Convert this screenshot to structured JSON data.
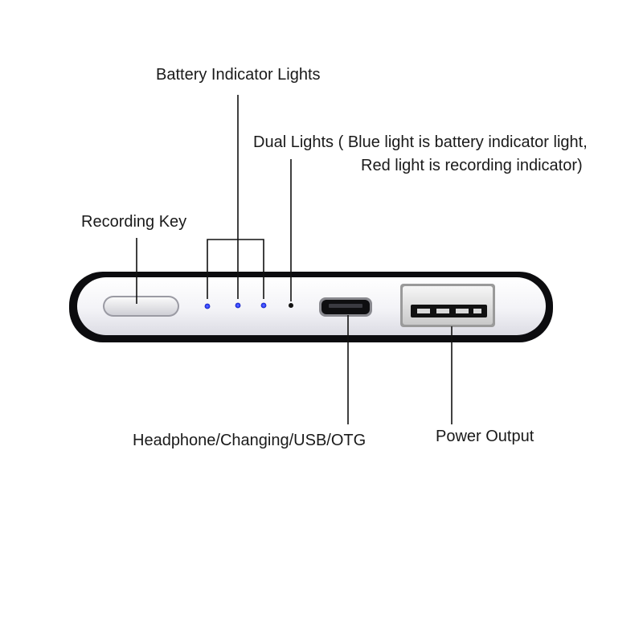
{
  "labels": {
    "battery_indicator_lights": "Battery Indicator Lights",
    "dual_lights_line1": "Dual Lights ( Blue light is battery indicator light,",
    "dual_lights_line2": "Red light is recording indicator)",
    "recording_key": "Recording Key",
    "headphone_port": "Headphone/Changing/USB/OTG",
    "power_output": "Power Output"
  },
  "colors": {
    "device_shell": "#0c0c0f",
    "device_face": "#f1f1f5",
    "indicator_blue": "#2a3cff",
    "indicator_dark": "#111111",
    "leader_line": "#111111",
    "label_text": "#1a1a1a"
  },
  "icons": {
    "recording_button": "pill-button-icon",
    "micro_usb_port": "micro-usb-port-icon",
    "usb_a_port": "usb-a-port-icon"
  }
}
